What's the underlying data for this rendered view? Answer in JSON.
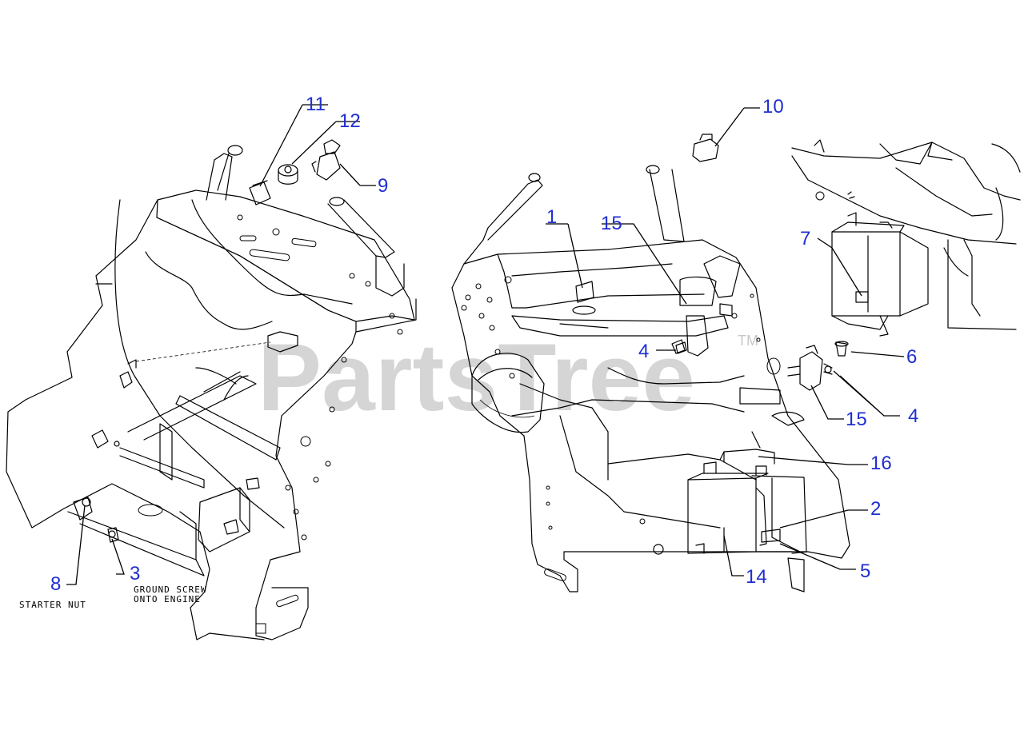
{
  "watermark": {
    "text": "PartsTree",
    "mark": "TM"
  },
  "callouts": {
    "c11": "11",
    "c12": "12",
    "c9": "9",
    "c10": "10",
    "c1": "1",
    "c15a": "15",
    "c7": "7",
    "c4a": "4",
    "c6": "6",
    "c4b": "4",
    "c15b": "15",
    "c16": "16",
    "c2": "2",
    "c5": "5",
    "c14": "14",
    "c8": "8",
    "c3": "3"
  },
  "notes": {
    "starter_nut": "STARTER NUT",
    "ground_line1": "GROUND SCREW",
    "ground_line2": "ONTO ENGINE"
  },
  "colors": {
    "callout": "#1f2fd0",
    "line": "#000000"
  }
}
